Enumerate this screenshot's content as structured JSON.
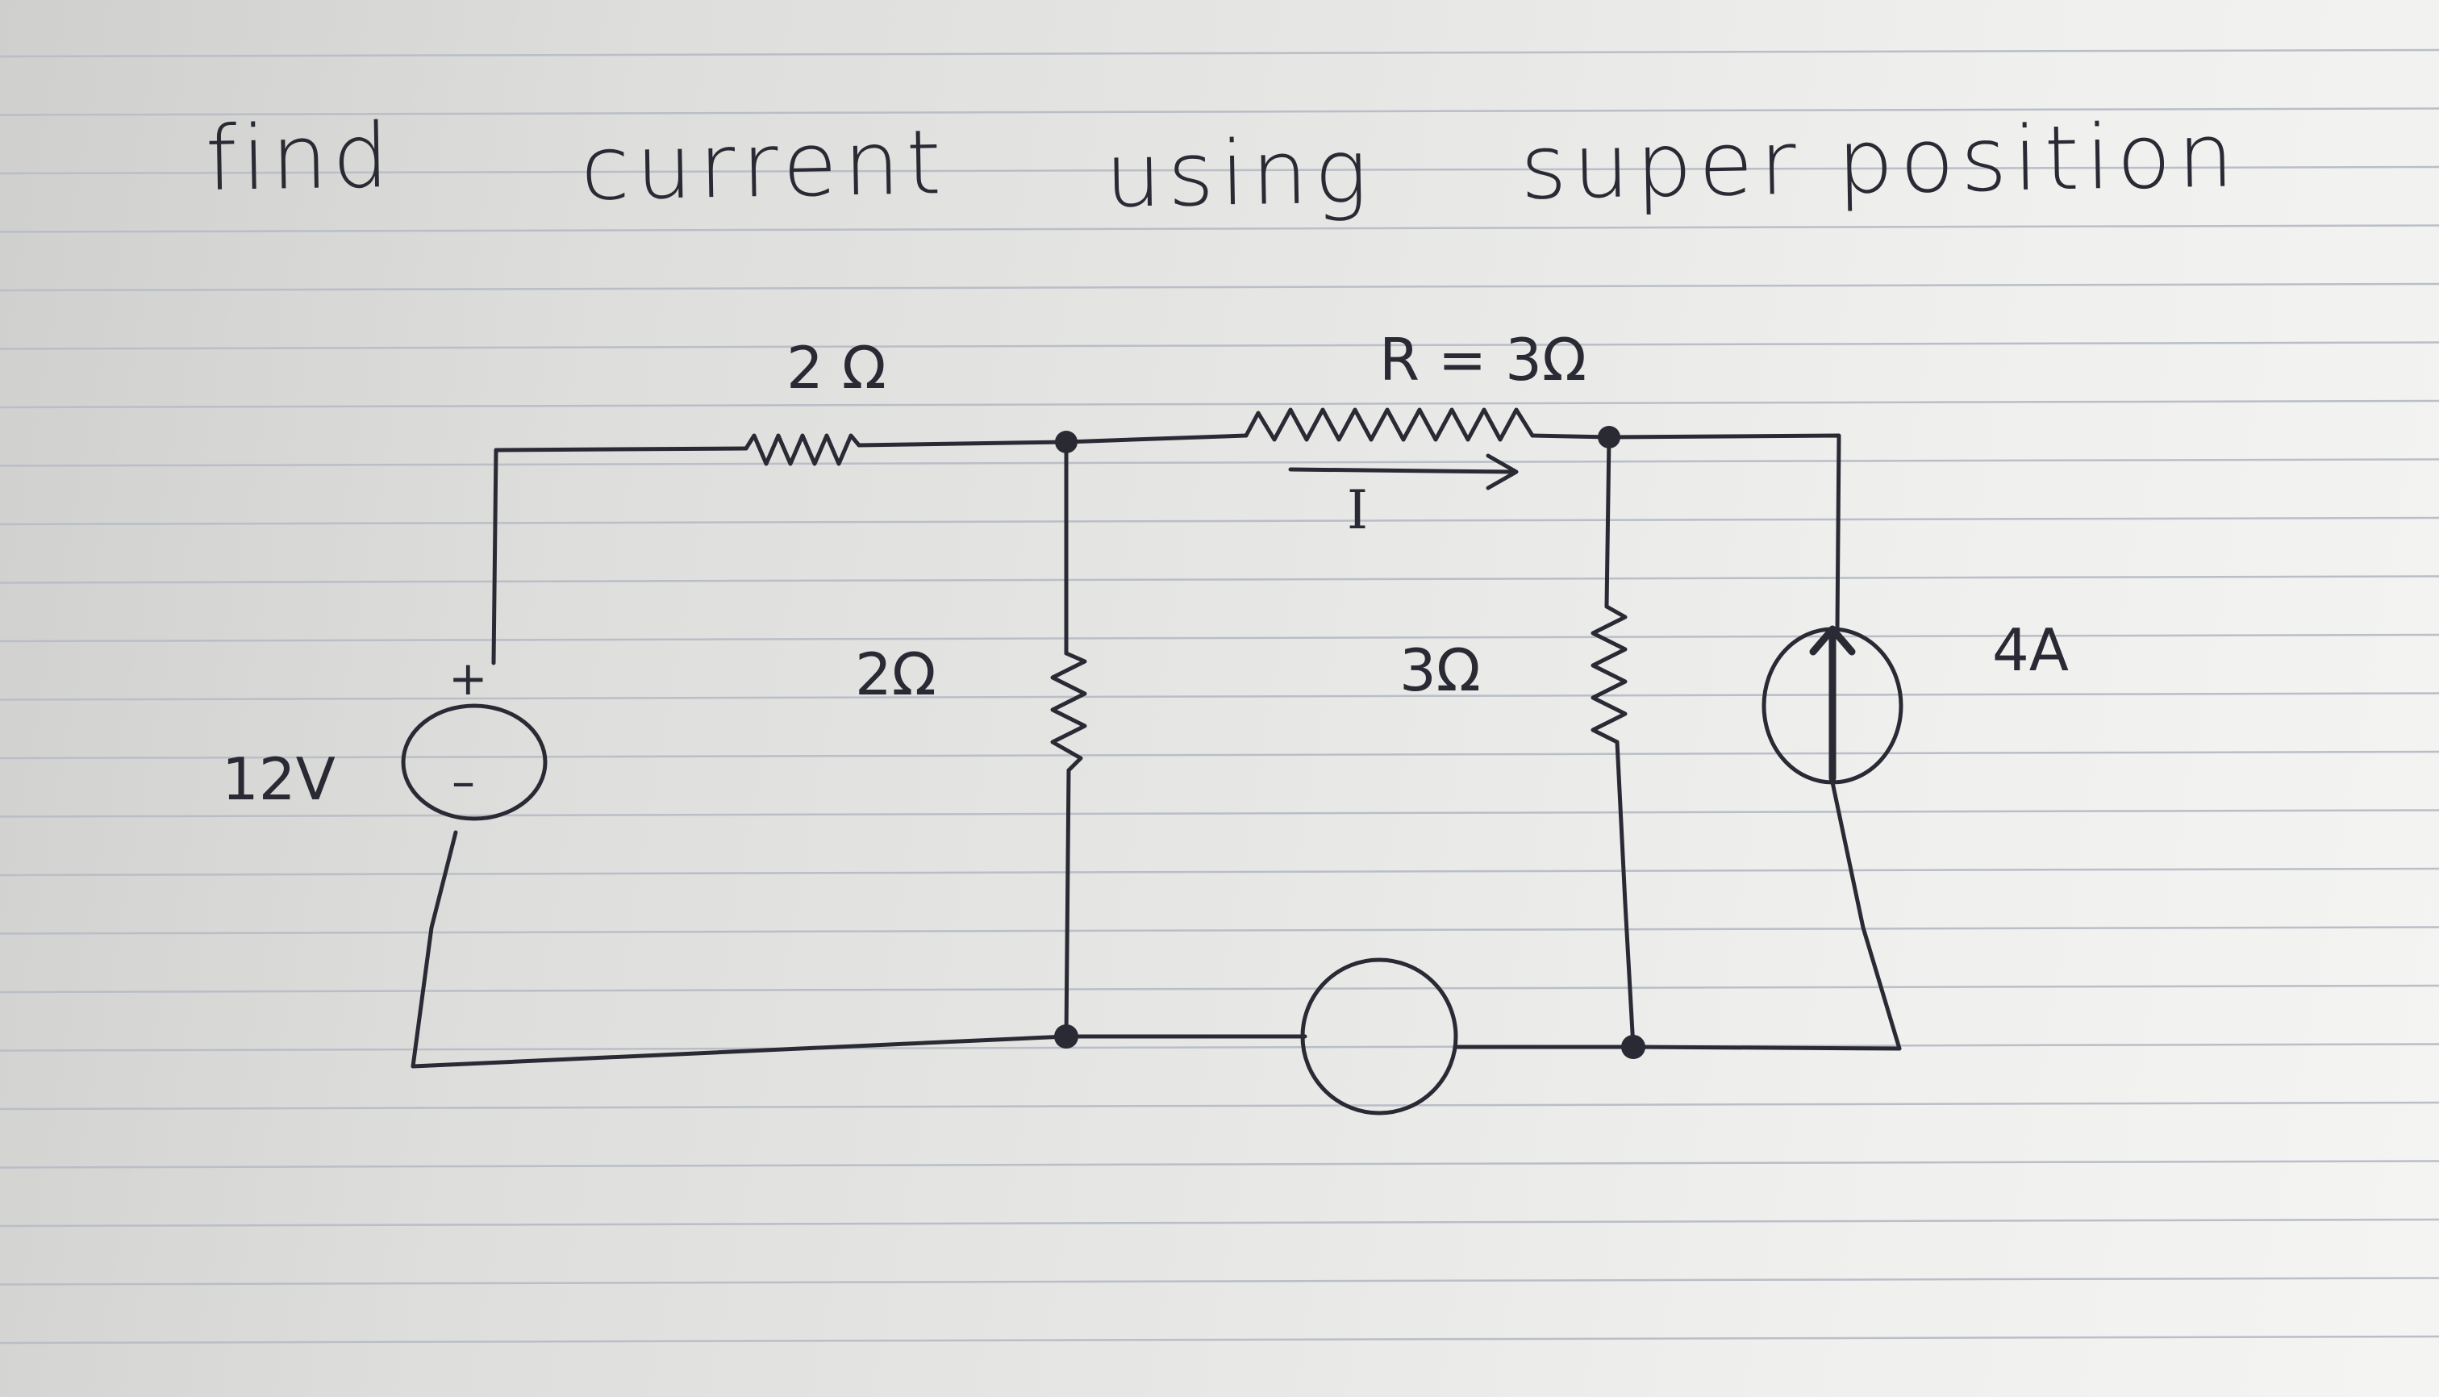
{
  "title": {
    "words": [
      "find",
      "current",
      "using",
      "super position"
    ]
  },
  "components": {
    "r_top_left": {
      "label": "2 Ω"
    },
    "r_top_right": {
      "label": "R = 3Ω"
    },
    "r_mid_left": {
      "label": "2Ω"
    },
    "r_mid_right": {
      "label": "3Ω"
    },
    "voltage_source": {
      "label": "12V",
      "plus": "+",
      "minus": "–"
    },
    "current_source": {
      "label": "4A"
    },
    "current_marker": {
      "label": "I"
    }
  },
  "colors": {
    "ink": "#2a2a35",
    "paper_rule": "#b9bec7",
    "paper_light": "#f4f4f2",
    "paper_shadow": "#cfcfcd"
  }
}
